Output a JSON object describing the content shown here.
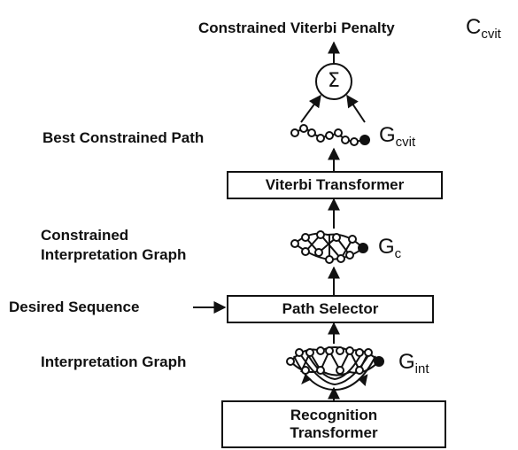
{
  "title": {
    "text": "Constrained Viterbi Penalty",
    "symbol": "C",
    "symbol_sub": "cvit"
  },
  "sum_node": {
    "glyph": "Σ"
  },
  "best_path": {
    "label": "Best Constrained Path",
    "symbol": "G",
    "symbol_sub": "cvit"
  },
  "viterbi_transformer": {
    "label": "Viterbi Transformer"
  },
  "constrained_graph": {
    "label_line1": "Constrained",
    "label_line2": "Interpretation Graph",
    "symbol": "G",
    "symbol_sub": "c"
  },
  "desired_sequence": {
    "label": "Desired Sequence"
  },
  "path_selector": {
    "label": "Path Selector"
  },
  "interpretation_graph": {
    "label": "Interpretation Graph",
    "symbol": "G",
    "symbol_sub": "int"
  },
  "recognition_transformer": {
    "label_line1": "Recognition",
    "label_line2": "Transformer"
  },
  "colors": {
    "ink": "#111111",
    "background": "#ffffff"
  }
}
